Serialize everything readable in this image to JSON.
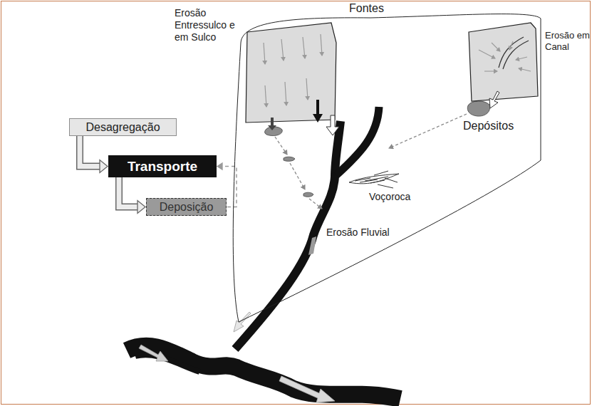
{
  "diagram": {
    "nodes": [
      {
        "text": [
          "Desagregação"
        ]
      },
      {
        "text": [
          "Transporte"
        ]
      },
      {
        "text": [
          "Deposição"
        ]
      },
      {
        "text": [
          "Fontes"
        ]
      },
      {
        "text": [
          "Erosão Entressulco e em Sulco"
        ],
        "in": 3
      },
      {
        "text": [
          "Erosão em Canal"
        ],
        "in": 3
      }
    ],
    "edges": [
      {
        "from": 0,
        "to": 1,
        "arrow": "to"
      },
      {
        "from": 1,
        "to": 2,
        "arrow": "to"
      },
      {
        "from": 2,
        "to": 1,
        "arrow": "to"
      }
    ],
    "labels": [
      "Depósitos",
      "Voçoroca",
      "Erosão Fluvial"
    ]
  }
}
